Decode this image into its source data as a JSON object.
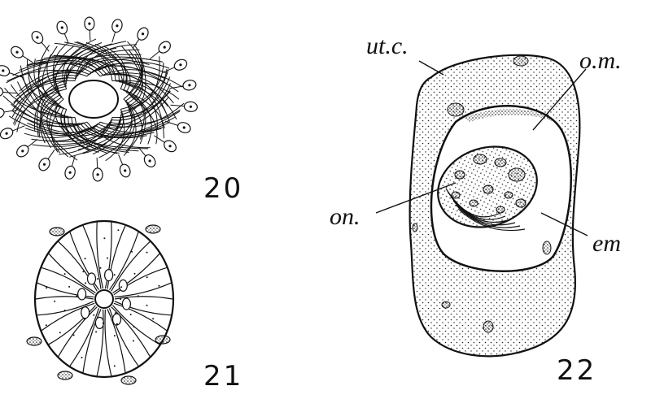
{
  "figures": {
    "fig20": {
      "number": "20"
    },
    "fig21": {
      "number": "21"
    },
    "fig22": {
      "number": "22",
      "labels": {
        "utc": "ut.c.",
        "om": "o.m.",
        "on": "on.",
        "em": "em"
      }
    }
  },
  "colors": {
    "ink": "#111111",
    "paper": "#ffffff"
  }
}
